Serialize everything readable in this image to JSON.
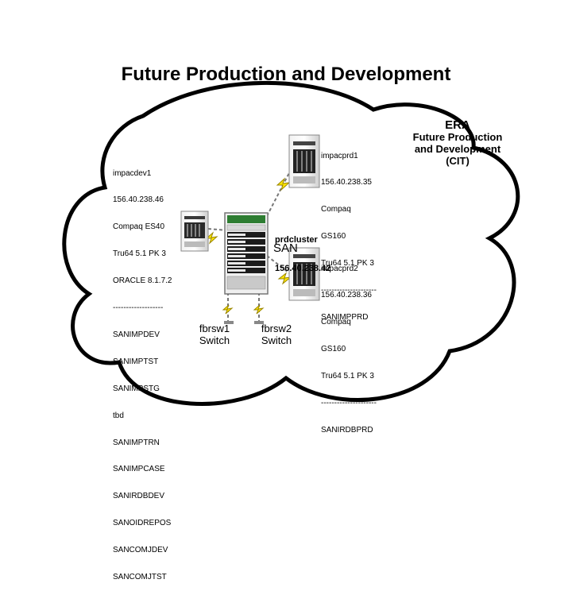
{
  "title": "Future Production and Development",
  "era": {
    "line1": "ERA",
    "line2": "Future Production",
    "line3": "and Development",
    "line4": "(CIT)"
  },
  "dev_server": {
    "lines": [
      "impacdev1",
      "156.40.238.46",
      "Compaq ES40",
      "Tru64 5.1 PK 3",
      "ORACLE 8.1.7.2",
      "-------------------"
    ],
    "instances": [
      "SANIMPDEV",
      "SANIMPTST",
      "SANIMPSTG",
      "tbd",
      "SANIMPTRN",
      "SANIMPCASE",
      "SANIRDBDEV",
      "SANOIDREPOS",
      "SANCOMJDEV",
      "SANCOMJTST"
    ]
  },
  "prod1": {
    "lines": [
      "impacprd1",
      "156.40.238.35",
      "Compaq",
      "GS160",
      "Tru64 5.1 PK 3",
      "---------------------",
      "SANIMPPRD"
    ]
  },
  "prod2": {
    "lines": [
      "impacprd2",
      "156.40.238.36",
      "Compaq",
      "GS160",
      "Tru64 5.1 PK 3",
      "---------------------",
      "SANIRDBPRD"
    ]
  },
  "cluster": {
    "name": "prdcluster",
    "ip": "156.40.238.42"
  },
  "san_label": "SAN",
  "switch1": {
    "name": "fbrsw1",
    "type": "Switch"
  },
  "switch2": {
    "name": "fbrsw2",
    "type": "Switch"
  }
}
